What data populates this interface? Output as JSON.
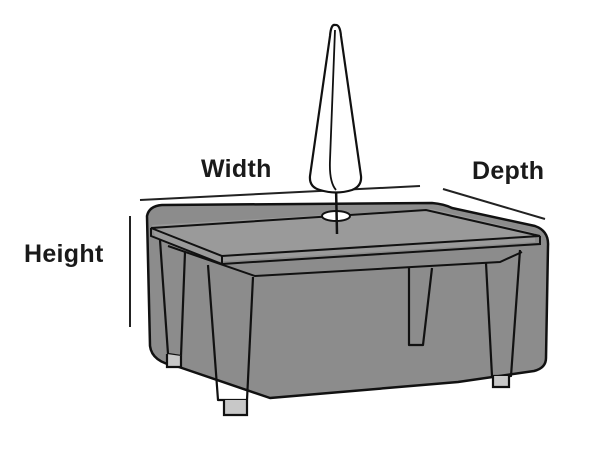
{
  "labels": {
    "width": "Width",
    "depth": "Depth",
    "height": "Height"
  },
  "colors": {
    "cover_fill": "#8c8c8c",
    "cover_top": "#9a9a9a",
    "outline": "#111111",
    "umbrella_fill": "#ffffff",
    "background": "#ffffff"
  },
  "icons": {
    "furniture": "covered-patio-table-with-umbrella-icon"
  }
}
